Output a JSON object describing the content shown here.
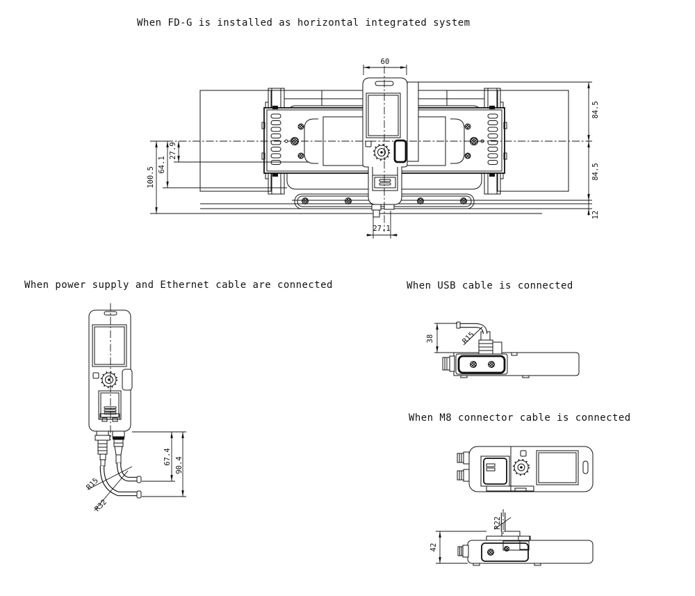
{
  "sections": {
    "horizontal": {
      "title": "When FD-G is installed as horizontal integrated system",
      "dims": {
        "top_width": "60",
        "right_upper": "84.5",
        "right_lower": "84.5",
        "right_bottom": "12",
        "left_inner": "27.9",
        "left_middle": "64.1",
        "left_outer": "100.5",
        "bottom_offset": "27.1"
      }
    },
    "power_ethernet": {
      "title": "When power supply and Ethernet cable are connected",
      "dims": {
        "upper_cable_drop": "67.4",
        "lower_cable_drop": "90.4",
        "upper_bend_radius": "R15",
        "lower_bend_radius": "R32"
      }
    },
    "usb": {
      "title": "When USB cable is connected",
      "dims": {
        "cable_height": "38",
        "bend_radius": "R15"
      }
    },
    "m8": {
      "title": "When M8 connector cable is connected",
      "dims": {
        "body_height": "42",
        "bend_radius": "R22"
      }
    }
  }
}
